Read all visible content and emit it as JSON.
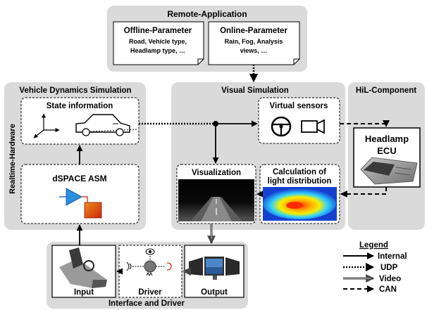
{
  "remote": {
    "title": "Remote-Application",
    "offline": {
      "title": "Offline-Parameter",
      "line1": "Road, Vehicle type,",
      "line2": "Headlamp type, …"
    },
    "online": {
      "title": "Online-Parameter",
      "line1": "Rain, Fog, Analysis",
      "line2": "views, …"
    }
  },
  "vehicle": {
    "title": "Vehicle Dynamics Simulation",
    "side_label": "Realtime-Hardware",
    "state_info": "State information",
    "dspace": "dSPACE ASM"
  },
  "visual": {
    "title": "Visual Simulation",
    "virtual_sensors": "Virtual sensors",
    "visualization": "Visualization",
    "calc_line1": "Calculation of",
    "calc_line2": "light distribution"
  },
  "hil": {
    "title": "HiL-Component",
    "ecu_line1": "Headlamp",
    "ecu_line2": "ECU"
  },
  "interface": {
    "title": "Interface and Driver",
    "input": "Input",
    "driver": "Driver",
    "output": "Output"
  },
  "legend": {
    "title": "Legend",
    "internal": "Internal",
    "udp": "UDP",
    "video": "Video",
    "can": "CAN"
  }
}
